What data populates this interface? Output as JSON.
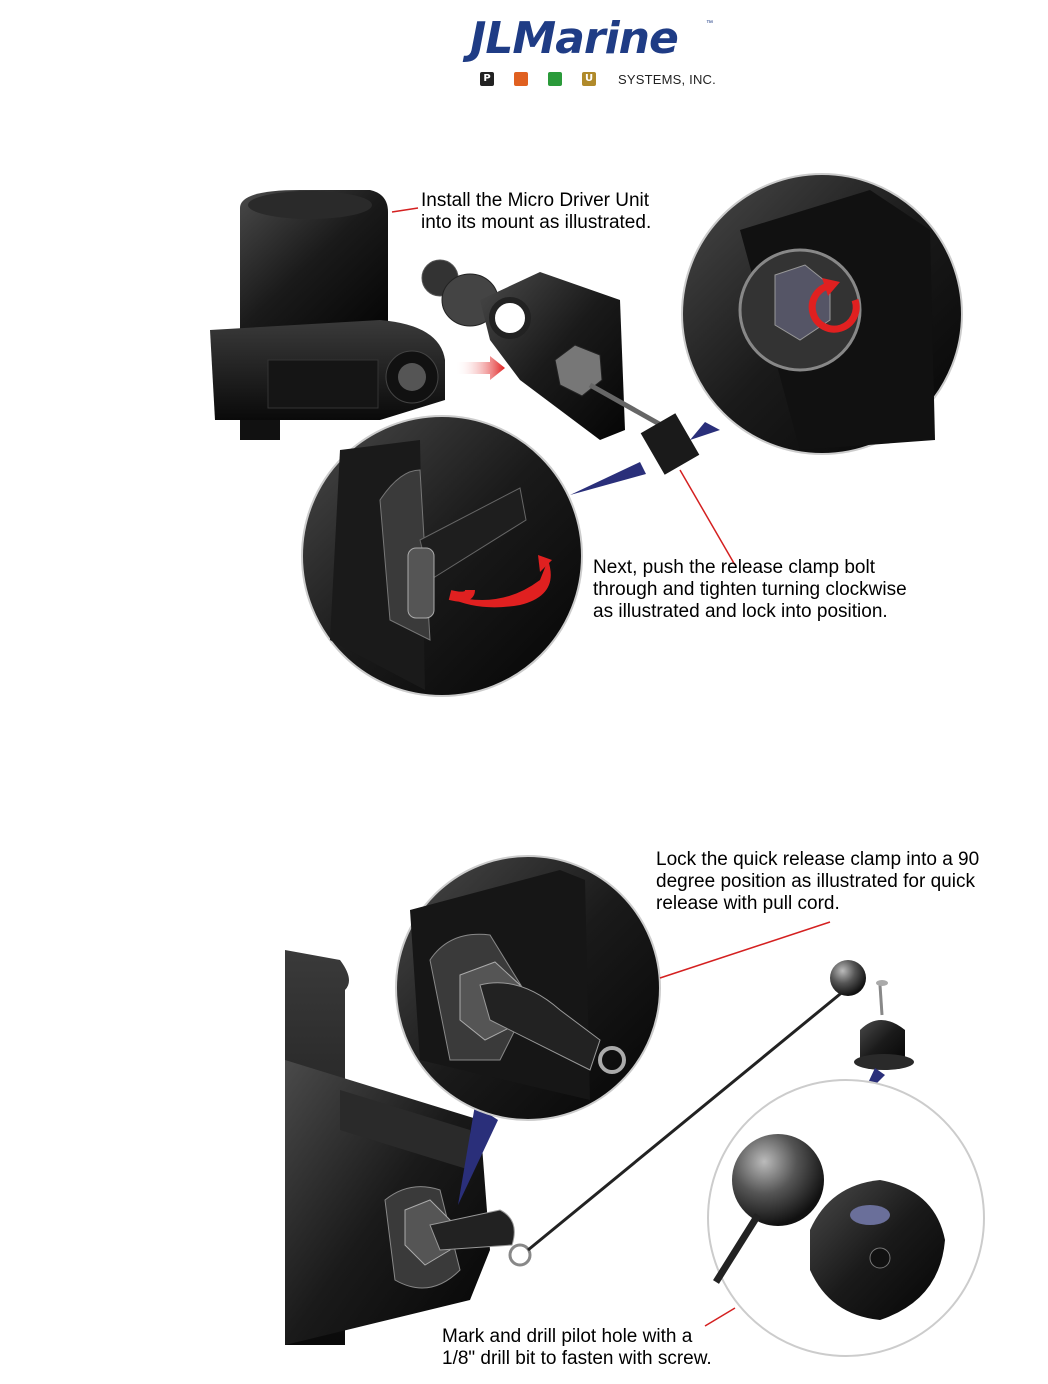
{
  "logo": {
    "brand": "JLMarine",
    "tm": "™",
    "subtitle": "SYSTEMS, INC.",
    "badges": [
      {
        "letter": "P",
        "color": "#222222"
      },
      {
        "letter": "",
        "color": "#e06020"
      },
      {
        "letter": "",
        "color": "#2a9a3a"
      },
      {
        "letter": "U",
        "color": "#b08a2a"
      }
    ]
  },
  "step1": {
    "caption_install": [
      "Install the Micro Driver Unit",
      "into its mount as illustrated."
    ],
    "caption_next": [
      "Next, push the release clamp bolt",
      "through and tighten turning clockwise",
      "as illustrated and lock into position."
    ]
  },
  "step2": {
    "caption_lock": [
      "Lock the quick release clamp into a 90",
      "degree position as illustrated for quick",
      "release with pull cord."
    ],
    "caption_drill": [
      "Mark and drill pilot hole with a",
      "1/8\" drill bit to fasten with screw."
    ]
  },
  "colors": {
    "brand_blue": "#1f3c85",
    "arrow_red": "#e02020",
    "callout_blue": "#2a2f7a",
    "leader_red": "#d42020"
  }
}
